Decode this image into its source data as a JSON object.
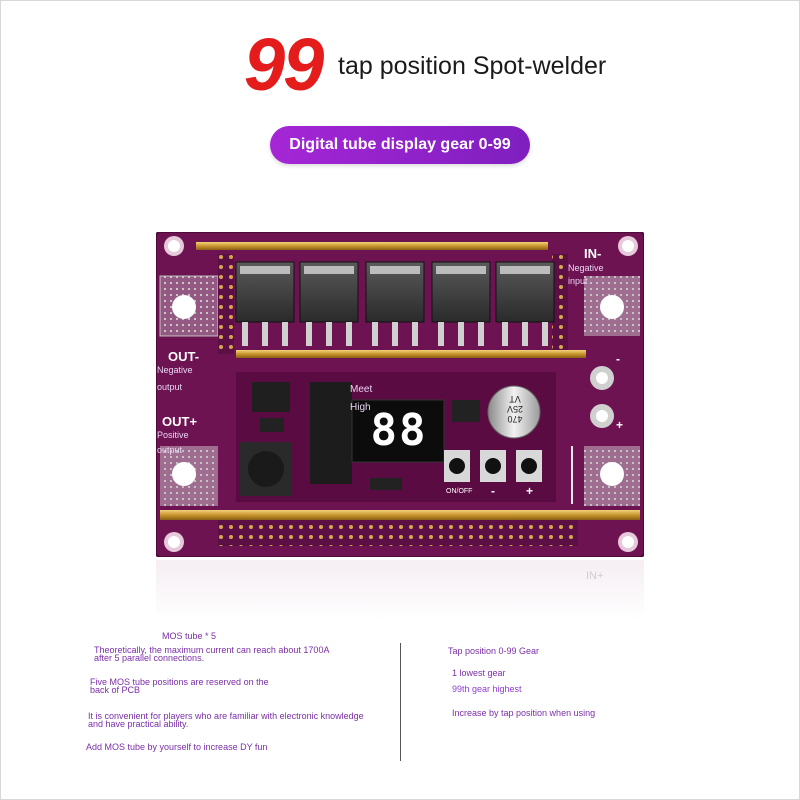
{
  "header": {
    "big_number": "99",
    "title_text": "tap position Spot-welder",
    "pill_text": "Digital tube display gear 0-99"
  },
  "board": {
    "in_label": "IN-",
    "in_sub": "Negative",
    "in_sub2": "input",
    "out_neg_label": "OUT-",
    "out_neg_sub1": "Negative",
    "out_neg_sub2": "output",
    "out_pos_label": "OUT+",
    "out_pos_sub1": "Positive",
    "out_pos_sub2": "output",
    "meet_label": "Meet",
    "high_label": "High",
    "display_value": "88",
    "cap_line1": "470",
    "cap_line2": "25V",
    "cap_line3": "VT",
    "onoff_label": "ON/OFF",
    "minus_label": "-",
    "plus_label": "+",
    "bottom_silk": "IN+"
  },
  "features_left": {
    "heading": "MOS tube * 5",
    "line1a": "Theoretically, the maximum current can reach about 1700A",
    "line1b": "after 5 parallel connections.",
    "line2a": "Five MOS tube positions are reserved on the",
    "line2b": "back of PCB",
    "line3a": "It is convenient for players who are familiar with electronic knowledge",
    "line3b": "and have practical ability.",
    "line4": "Add MOS tube by yourself to increase DY fun"
  },
  "features_right": {
    "heading": "Tap position 0-99 Gear",
    "line1": "1 lowest gear",
    "line2": "99th gear highest",
    "line3": "Increase by tap position when using"
  },
  "colors": {
    "pcb": "#6e1352",
    "accent_red": "#e51c1c",
    "pill": "#8e24c8",
    "text_purple": "#7a2fa8"
  }
}
